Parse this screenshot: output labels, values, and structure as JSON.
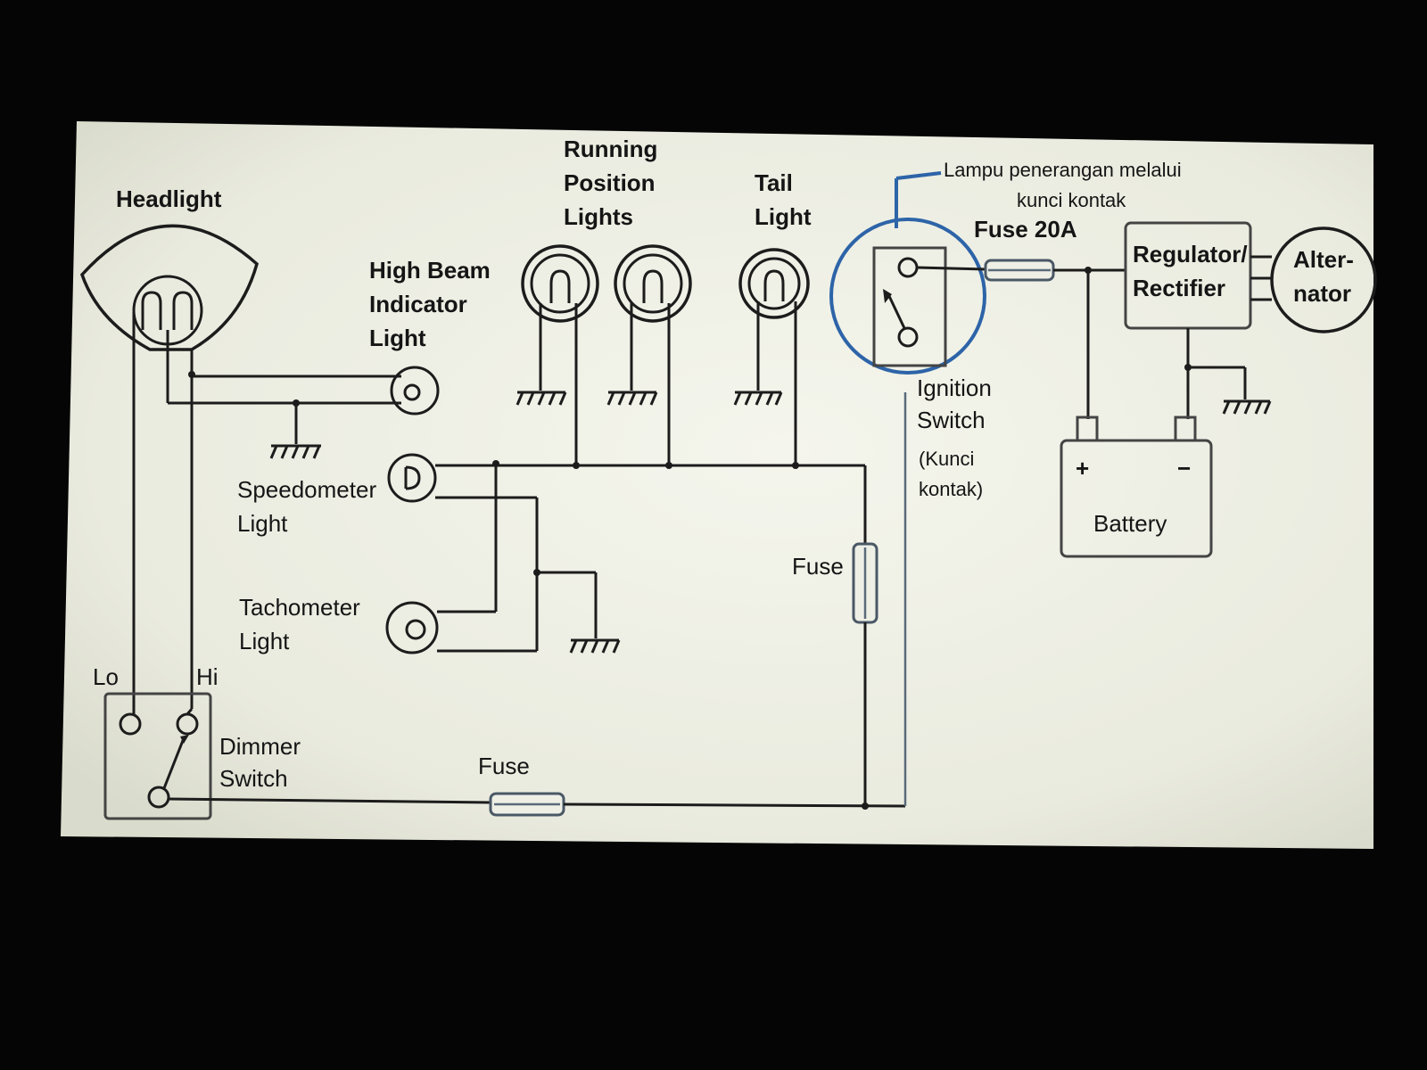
{
  "labels": {
    "headlight": "Headlight",
    "running_1": "Running",
    "running_2": "Position",
    "running_3": "Lights",
    "tail_1": "Tail",
    "tail_2": "Light",
    "high_beam_1": "High Beam",
    "high_beam_2": "Indicator",
    "high_beam_3": "Light",
    "speedometer_1": "Speedometer",
    "speedometer_2": "Light",
    "tachometer_1": "Tachometer",
    "tachometer_2": "Light",
    "lo": "Lo",
    "hi": "Hi",
    "dimmer_1": "Dimmer",
    "dimmer_2": "Switch",
    "fuse_bottom": "Fuse",
    "fuse_right": "Fuse",
    "ignition_1": "Ignition",
    "ignition_2": "Switch",
    "ignition_3": "(Kunci",
    "ignition_4": "kontak)",
    "lampu_1": "Lampu penerangan melalui",
    "lampu_2": "kunci kontak",
    "fuse_20a": "Fuse 20A",
    "regulator_1": "Regulator/",
    "regulator_2": "Rectifier",
    "alternator_1": "Alter-",
    "alternator_2": "nator",
    "battery": "Battery",
    "plus": "+",
    "minus": "−"
  },
  "colors": {
    "paper": "#edeee3",
    "background": "#050505",
    "ink": "#1c1c1c",
    "highlight": "#2d64a8"
  }
}
